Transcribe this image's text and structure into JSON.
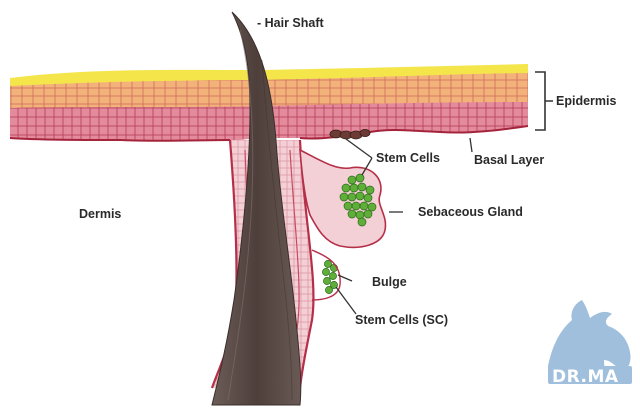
{
  "labels": {
    "hair_shaft": "- Hair Shaft",
    "epidermis": "Epidermis",
    "basal_layer": "Basal Layer",
    "stem_cells": "Stem Cells",
    "sebaceous_gland": "Sebaceous Gland",
    "dermis": "Dermis",
    "bulge": "Bulge",
    "stem_cells_sc": "Stem Cells (SC)"
  },
  "watermark": {
    "text": "DR.MA"
  },
  "colors": {
    "stratum_corneum": "#f4e64a",
    "upper_epidermis": "#f3b27a",
    "lower_epidermis": "#e2849a",
    "cell_lines": "#a4243c",
    "hair_shaft": "#5a4b47",
    "gland_fill": "#f2d0d6",
    "stem_cells": "#5fae3a",
    "watermark": "#9fbfdc"
  }
}
